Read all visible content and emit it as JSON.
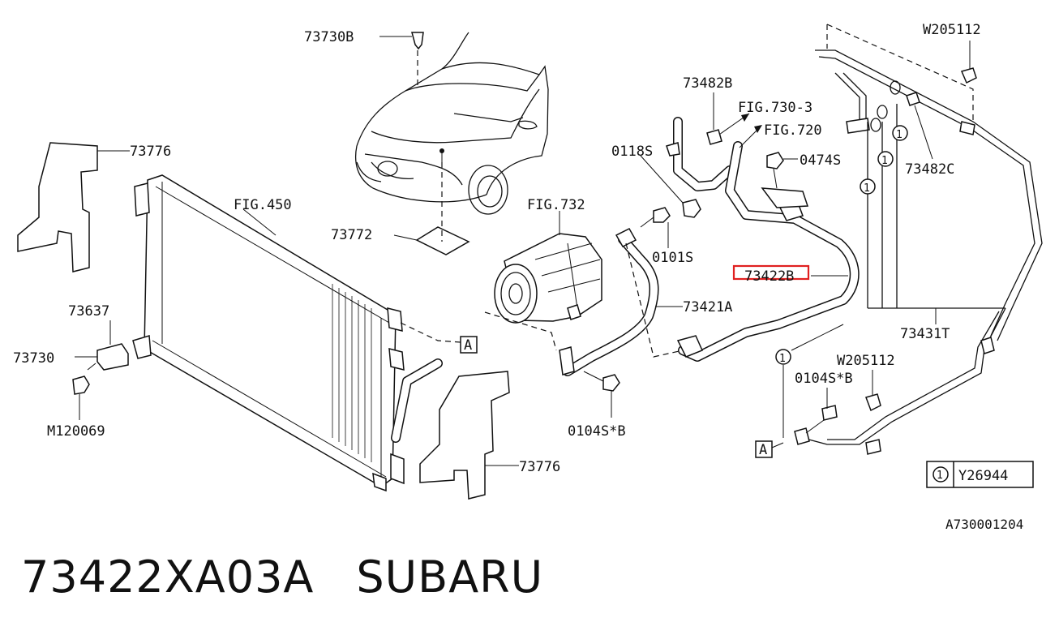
{
  "figure_code": "A730001204",
  "labels": {
    "l73730b": "73730B",
    "l73776_top": "73776",
    "l73776_bottom": "73776",
    "fig450": "FIG.450",
    "l73772": "73772",
    "l73637": "73637",
    "l73730": "73730",
    "m120069": "M120069",
    "fig732": "FIG.732",
    "l0101s": "0101S",
    "l73421a": "73421A",
    "l73482b": "73482B",
    "fig730_3": "FIG.730-3",
    "fig720": "FIG.720",
    "l0118s": "0118S",
    "l0474s": "0474S",
    "l73422b": "73422B",
    "w205112_top": "W205112",
    "l73482c": "73482C",
    "l73431t": "73431T",
    "w205112_mid": "W205112",
    "l0104sb_right": "0104S*B",
    "l0104sb_left": "0104S*B",
    "ref_a_left": "A",
    "ref_a_right": "A",
    "circle_1": "1"
  },
  "legend": {
    "mark": "1",
    "part": "Y26944"
  },
  "highlight": {
    "part": "73422B",
    "color": "#e02020"
  },
  "caption": {
    "part_number": "73422XA03A",
    "brand": "SUBARU"
  }
}
